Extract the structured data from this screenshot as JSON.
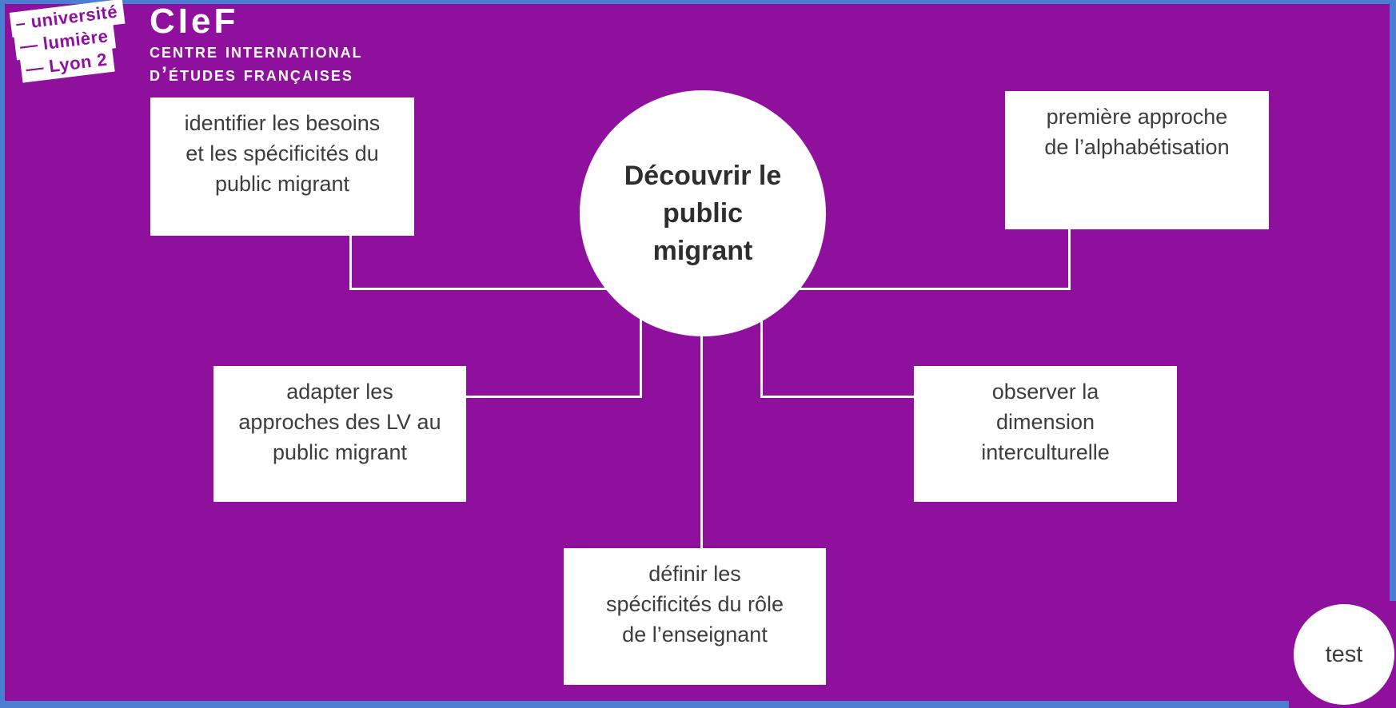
{
  "header": {
    "university_logo_lines": [
      "– université",
      "— lumière",
      "— Lyon 2"
    ],
    "cief_title": "CIeF",
    "cief_subtitle_line1": "centre international",
    "cief_subtitle_line2": "d’études françaises"
  },
  "diagram": {
    "center_label": "Découvrir le\npublic\nmigrant",
    "nodes": [
      {
        "position": "top-left",
        "label": "identifier les besoins\net les spécificités du\npublic migrant"
      },
      {
        "position": "top-right",
        "label": "première approche\nde l’alphabétisation"
      },
      {
        "position": "middle-left",
        "label": "adapter les\napproches des LV au\npublic migrant"
      },
      {
        "position": "middle-right",
        "label": "observer la\ndimension\ninterculturelle"
      },
      {
        "position": "bottom",
        "label": "définir les\nspécificités du rôle\nde l’enseignant"
      }
    ],
    "test_bubble_label": "test"
  },
  "colors": {
    "background": "#90109e",
    "frame_border": "#4a7ed2",
    "node_background": "#ffffff",
    "node_text": "#3d3d3d",
    "center_text": "#2e2e2e",
    "connector": "#ffffff",
    "logo_text_on_white": "#90109e",
    "logo_text": "#ffffff"
  }
}
